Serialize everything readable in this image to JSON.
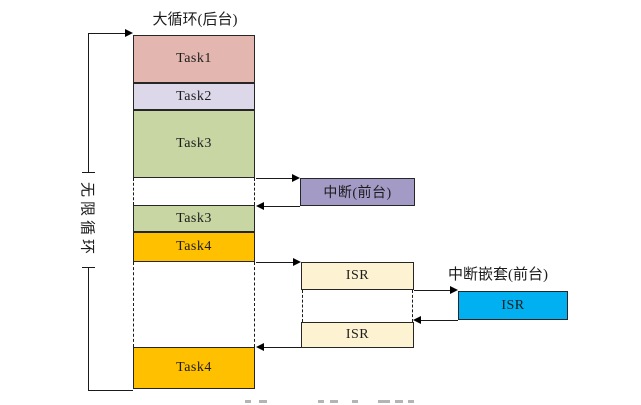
{
  "stack": {
    "title": "大循环(后台)",
    "rows": [
      {
        "id": "task1",
        "label": "Task1",
        "color": "#e4b6b0"
      },
      {
        "id": "task2",
        "label": "Task2",
        "color": "#dcd8e9"
      },
      {
        "id": "task3-long",
        "label": "Task3",
        "color": "#c7d6a2"
      },
      {
        "id": "task3-short",
        "label": "Task3",
        "color": "#c7d6a2"
      },
      {
        "id": "task4-short",
        "label": "Task4",
        "color": "#ffc000"
      },
      {
        "id": "task4-long",
        "label": "Task4",
        "color": "#ffc000"
      }
    ]
  },
  "loop": {
    "label": "无限循环"
  },
  "foreground": {
    "interrupt_label": "中断(前台)",
    "interrupt_color": "#a49ac6",
    "isr_top_label": "ISR",
    "isr_bottom_label": "ISR",
    "isr_color": "#fdf2d2",
    "nested_title": "中断嵌套(前台)",
    "nested_isr_label": "ISR",
    "nested_isr_color": "#00b0f0"
  },
  "colors": {
    "line": "#1a1a1a",
    "border": "#262626",
    "background": "#ffffff"
  }
}
